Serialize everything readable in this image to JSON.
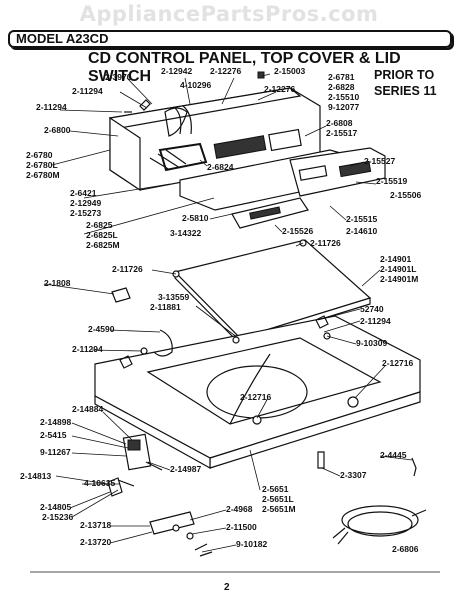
{
  "watermark": "AppliancePartsPros.com",
  "header": {
    "model": "MODEL A23CD"
  },
  "title": "CD CONTROL PANEL, TOP COVER & LID SWITCH",
  "prior": {
    "line1": "PRIOR TO",
    "line2": "SERIES 11"
  },
  "page_number": "2",
  "labels": [
    "2-3970",
    "2-11294",
    "2-12942",
    "2-15003",
    "2-6781",
    "2-6828",
    "2-15510",
    "9-12077",
    "2-11294",
    "4-10296",
    "2-12276",
    "2-12276",
    "2-6800",
    "2-6808",
    "2-15517",
    "2-6780",
    "2-6780L",
    "2-6780M",
    "2-6824",
    "2-15527",
    "2-15519",
    "2-15506",
    "2-6421",
    "2-12949",
    "2-15273",
    "2-5810",
    "2-15515",
    "2-14610",
    "2-6825",
    "2-6825L",
    "2-6825M",
    "3-14322",
    "2-15526",
    "2-11726",
    "2-11726",
    "2-14901",
    "2-14901L",
    "2-14901M",
    "2-1808",
    "3-13559",
    "2-11881",
    "52740",
    "2-11294",
    "9-10309",
    "2-4590",
    "2-11294",
    "2-12716",
    "2-12716",
    "2-14884",
    "2-14898",
    "2-5415",
    "9-11267",
    "2-14987",
    "2-14813",
    "4-10635",
    "2-4445",
    "2-3307",
    "2-14805",
    "2-15236",
    "2-4968",
    "2-5651",
    "2-5651L",
    "2-5651M",
    "2-13718",
    "2-11500",
    "2-13720",
    "9-10182",
    "2-6806"
  ]
}
